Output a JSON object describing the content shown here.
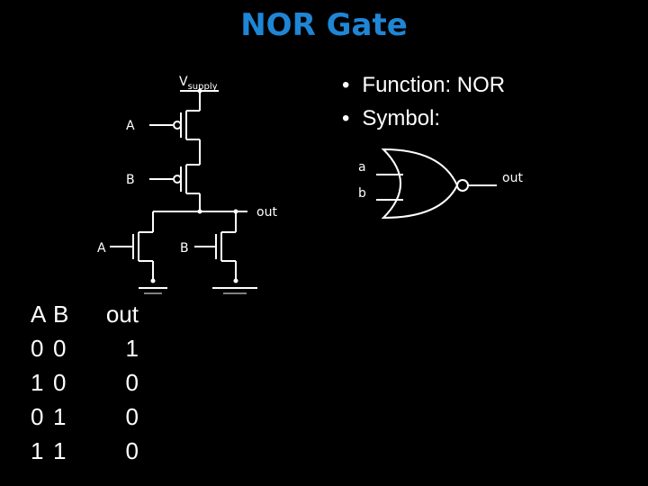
{
  "slide": {
    "title": "NOR Gate",
    "bullets": [
      "Function: NOR",
      "Symbol:"
    ]
  },
  "transistor_circuit": {
    "supply_label": "V",
    "supply_subscript": "supply",
    "pmos_labels": [
      "A",
      "B"
    ],
    "nmos_labels": [
      "A",
      "B"
    ],
    "output_label": "out"
  },
  "gate_symbol": {
    "input_labels": [
      "a",
      "b"
    ],
    "output_label": "out"
  },
  "truth_table": {
    "headers": [
      "A",
      "B",
      "out"
    ],
    "rows": [
      [
        "0",
        "0",
        "1"
      ],
      [
        "1",
        "0",
        "0"
      ],
      [
        "0",
        "1",
        "0"
      ],
      [
        "1",
        "1",
        "0"
      ]
    ]
  }
}
